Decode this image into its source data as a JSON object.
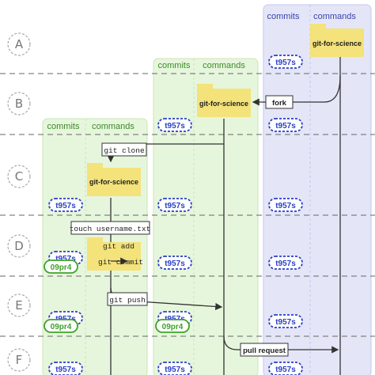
{
  "rows": [
    "A",
    "B",
    "C",
    "D",
    "E",
    "F"
  ],
  "lanes": {
    "upstream": {
      "commits": "commits",
      "commands": "commands"
    },
    "fork": {
      "commits": "commits",
      "commands": "commands"
    },
    "local": {
      "commits": "commits",
      "commands": "commands"
    }
  },
  "repo_name": "git-for-science",
  "commits": {
    "base": "t957s",
    "new": "09pr4"
  },
  "commands": {
    "fork": "fork",
    "clone": "git clone",
    "touch": "touch username.txt",
    "add": "git add",
    "commit": "git commit",
    "push": "git push",
    "pull_request": "pull request"
  },
  "colors": {
    "upstream_lane": "#e4e6f8",
    "upstream_border": "#c2c7ee",
    "green_lane": "#e6f6dc",
    "green_border": "#c7e8b3",
    "folder": "#f4e27a",
    "commit_blue": "#2a3ec8",
    "commit_green": "#3fa12a"
  }
}
